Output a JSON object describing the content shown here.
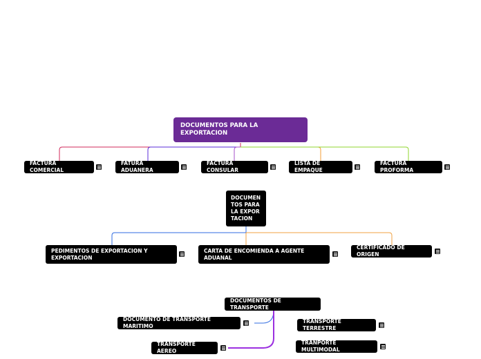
{
  "root": {
    "title": "DOCUMENTOS PARA LA EXPORTACION",
    "color": "#6b2b96"
  },
  "row1": [
    {
      "label": "FACTURA COMERCIAL",
      "line_color": "#d0275a"
    },
    {
      "label": "FATURA ADUANERA",
      "line_color": "#5a2bd8"
    },
    {
      "label": "FACTURA CONSULAR",
      "line_color": "#a64fc9"
    },
    {
      "label": "LISTA DE EMPAQUE",
      "line_color": "#f39c34"
    },
    {
      "label": "FACTURA PROFORMA",
      "line_color": "#8fd62e"
    }
  ],
  "sub": {
    "title": "DOCUMENTOS PARA LA EXPORTACION"
  },
  "row2": [
    {
      "label": "PEDIMENTOS DE EXPORTACION Y EXPORTACION",
      "line_color": "#2f6be0"
    },
    {
      "label": "CARTA DE ENCOMIENDA A AGENTE ADUANAL",
      "line_color": "#f0a040"
    },
    {
      "label": "CERTIFICADO DE ORIGEN",
      "line_color": "#f0a040"
    }
  ],
  "transport": {
    "title": "DOCUMENTOS DE TRANSPORTE",
    "items": [
      {
        "label": "DOCUMENTO DE TRANSPORTE MARITIMO",
        "line_color": "#2f6be0"
      },
      {
        "label": "TRANSPORTE AEREO",
        "line_color": "#9b2fe0"
      },
      {
        "label": "TRANSPORTE TERRESTRE"
      },
      {
        "label": "TRANPORTE MULTIMODAL"
      }
    ]
  }
}
